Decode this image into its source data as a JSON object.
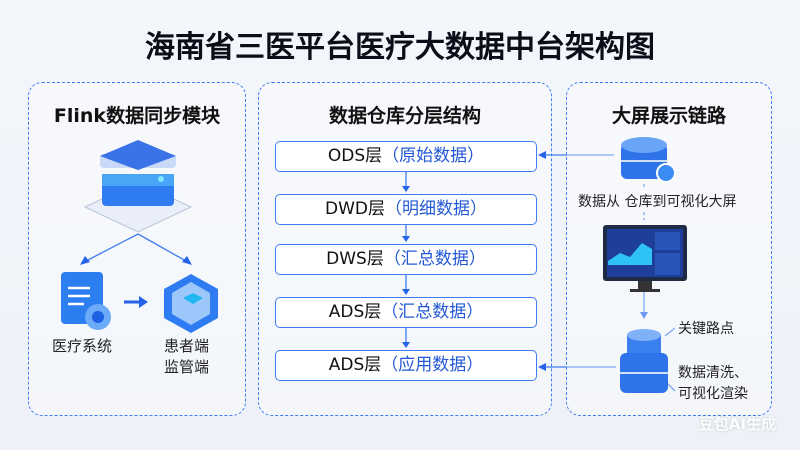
{
  "title": "海南省三医平台医疗大数据中台架构图",
  "left": {
    "title": "Flink数据同步模块",
    "node_a": "医疗系统",
    "node_b_line1": "患者端",
    "node_b_line2": "监管端"
  },
  "middle": {
    "title": "数据仓库分层结构",
    "layers": [
      {
        "name": "ODS层",
        "desc": "（原始数据）"
      },
      {
        "name": "DWD层",
        "desc": "（明细数据）"
      },
      {
        "name": "DWS层",
        "desc": "（汇总数据）"
      },
      {
        "name": "ADS层",
        "desc": "（汇总数据）"
      },
      {
        "name": "ADS层",
        "desc": "（应用数据）"
      }
    ]
  },
  "right": {
    "title": "大屏展示链路",
    "caption1": "数据从 仓库到可视化大屏",
    "caption2": "关键路点",
    "caption3_line1": "数据清洗、",
    "caption3_line2": "可视化渲染"
  },
  "watermark": "豆包AI生成",
  "colors": {
    "accent": "#3f7cf0",
    "text": "#111111"
  }
}
